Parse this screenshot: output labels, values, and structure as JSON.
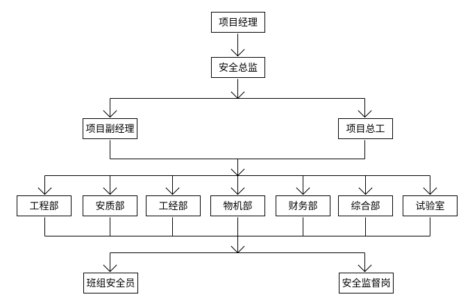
{
  "diagram": {
    "type": "org-chart",
    "nodes": {
      "manager": "项目经理",
      "safety_director": "安全总监",
      "deputy_manager": "项目副经理",
      "chief_engineer": "项目总工",
      "departments": [
        "工程部",
        "安质部",
        "工经部",
        "物机部",
        "财务部",
        "综合部",
        "试验室"
      ],
      "team_safety_officer": "班组安全员",
      "safety_supervision_post": "安全监督岗"
    },
    "line_color": "#000000",
    "box_border_color": "#000000"
  }
}
